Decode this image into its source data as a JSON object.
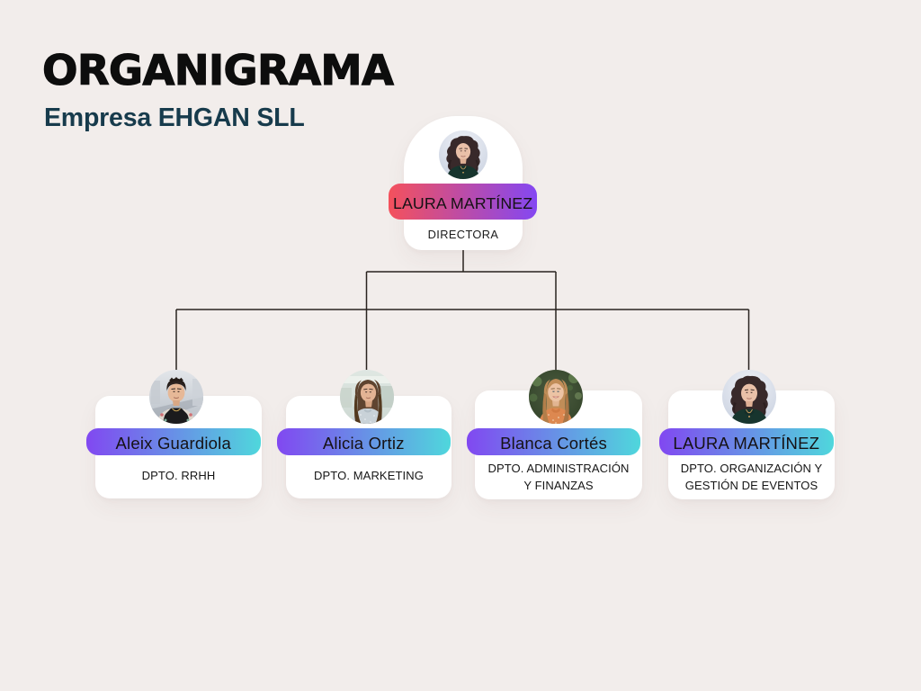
{
  "header": {
    "title": "ORGANIGRAMA",
    "subtitle": "Empresa EHGAN SLL"
  },
  "theme": {
    "page_bg": "#f2edeb",
    "card_bg": "#ffffff",
    "title_color": "#0d0d0d",
    "subtitle_color": "#173b4c",
    "root_pill_from": "#f4515c",
    "root_pill_to": "#8447f2",
    "dept_pill_from": "#8148f1",
    "dept_pill_to": "#4fd7dc",
    "connector_color": "#29231f"
  },
  "org": {
    "director": {
      "name": "LAURA MARTÍNEZ",
      "role": "DIRECTORA",
      "photo": "woman-dark-curly-hair-portrait"
    },
    "departments": [
      {
        "name": "Aleix Guardiola",
        "dept": "DPTO. RRHH",
        "photo": "young-man-floral-shirt-portrait"
      },
      {
        "name": "Alicia Ortiz",
        "dept": "DPTO. MARKETING",
        "photo": "woman-long-brown-hair-portrait"
      },
      {
        "name": "Blanca Cortés",
        "dept": "DPTO. ADMINISTRACIÓN Y FINANZAS",
        "photo": "smiling-woman-orange-top-portrait"
      },
      {
        "name": "LAURA MARTÍNEZ",
        "dept": "DPTO. ORGANIZACIÓN Y GESTIÓN DE EVENTOS",
        "photo": "woman-dark-curly-hair-portrait"
      }
    ]
  }
}
